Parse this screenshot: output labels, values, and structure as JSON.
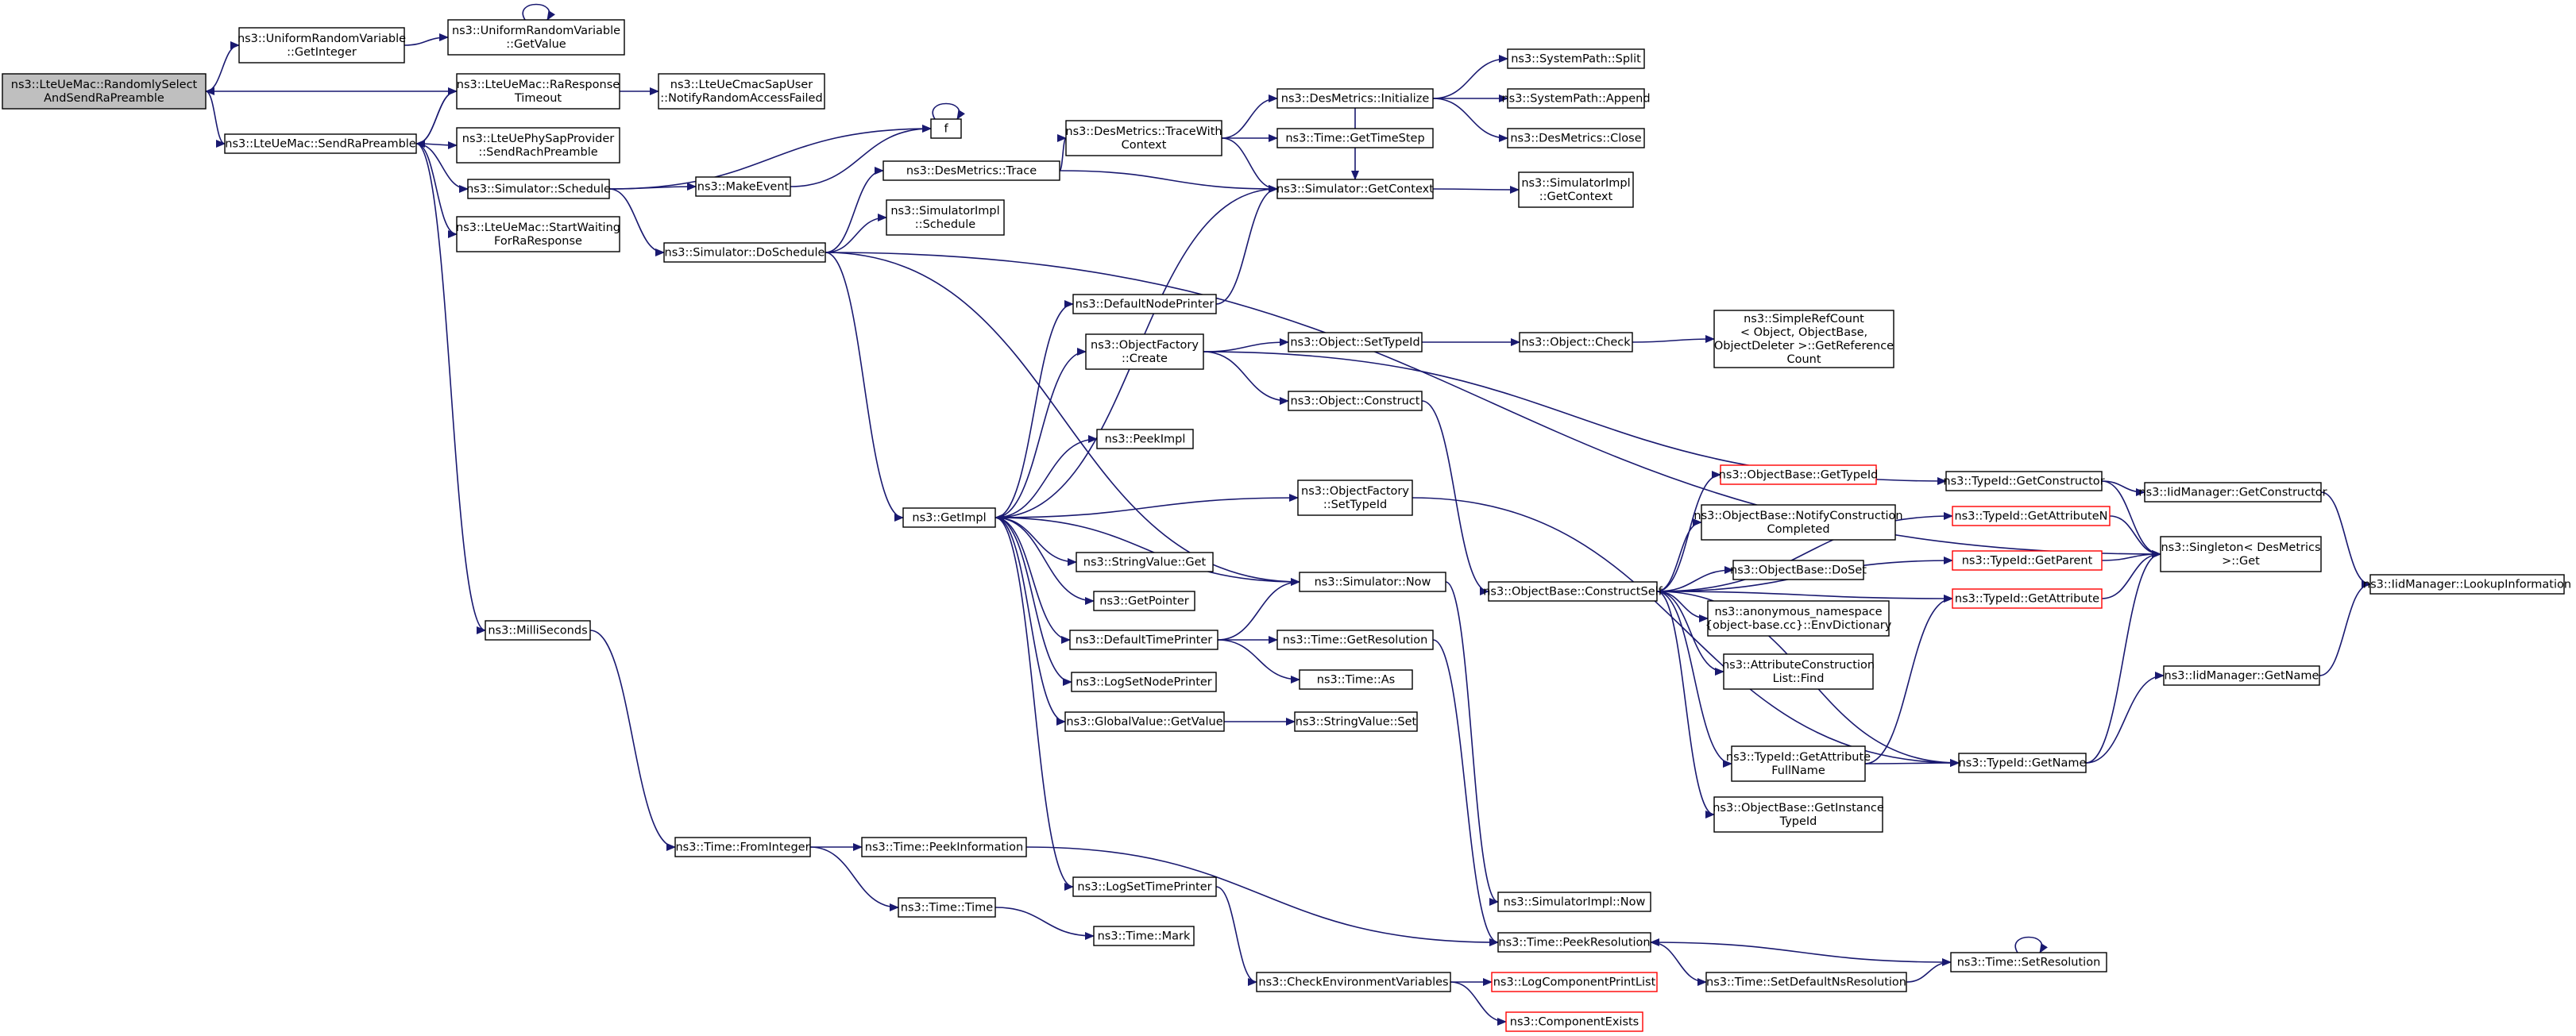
{
  "colors": {
    "edge": "#191970",
    "root_fill": "#bfbfbf",
    "node_border": "#000000",
    "external_border": "#ff0000"
  },
  "nodes": {
    "root": [
      "ns3::LteUeMac::RandomlySelect",
      "AndSendRaPreamble"
    ],
    "ure_getint": [
      "ns3::UniformRandomVariable",
      "::GetInteger"
    ],
    "ure_getval": [
      "ns3::UniformRandomVariable",
      "::GetValue"
    ],
    "ra_timeout": [
      "ns3::LteUeMac::RaResponse",
      "Timeout"
    ],
    "notify_ra": [
      "ns3::LteUeCmacSapUser",
      "::NotifyRandomAccessFailed"
    ],
    "send_ra": [
      "ns3::LteUeMac::SendRaPreamble"
    ],
    "send_rach": [
      "ns3::LteUePhySapProvider",
      "::SendRachPreamble"
    ],
    "f": [
      "f"
    ],
    "sim_schedule": [
      "ns3::Simulator::Schedule"
    ],
    "make_event": [
      "ns3::MakeEvent"
    ],
    "start_wait": [
      "ns3::LteUeMac::StartWaiting",
      "ForRaResponse"
    ],
    "des_trace": [
      "ns3::DesMetrics::Trace"
    ],
    "des_tracewith": [
      "ns3::DesMetrics::TraceWith",
      "Context"
    ],
    "des_init": [
      "ns3::DesMetrics::Initialize"
    ],
    "sp_split": [
      "ns3::SystemPath::Split"
    ],
    "sp_append": [
      "ns3::SystemPath::Append"
    ],
    "des_close": [
      "ns3::DesMetrics::Close"
    ],
    "time_step": [
      "ns3::Time::GetTimeStep"
    ],
    "sim_getctx": [
      "ns3::Simulator::GetContext"
    ],
    "simimpl_getctx": [
      "ns3::SimulatorImpl",
      "::GetContext"
    ],
    "simimpl_sched": [
      "ns3::SimulatorImpl",
      "::Schedule"
    ],
    "sim_dosched": [
      "ns3::Simulator::DoSchedule"
    ],
    "def_node_printer": [
      "ns3::DefaultNodePrinter"
    ],
    "of_create": [
      "ns3::ObjectFactory",
      "::Create"
    ],
    "obj_settypeid": [
      "ns3::Object::SetTypeId"
    ],
    "obj_check": [
      "ns3::Object::Check"
    ],
    "simple_ref": [
      "ns3::SimpleRefCount",
      "< Object, ObjectBase,",
      "ObjectDeleter >::GetReference",
      "Count"
    ],
    "obj_construct": [
      "ns3::Object::Construct"
    ],
    "peek_impl": [
      "ns3::PeekImpl"
    ],
    "of_settypeid": [
      "ns3::ObjectFactory",
      "::SetTypeId"
    ],
    "get_impl": [
      "ns3::GetImpl"
    ],
    "sv_get": [
      "ns3::StringValue::Get"
    ],
    "get_pointer": [
      "ns3::GetPointer"
    ],
    "sim_now": [
      "ns3::Simulator::Now"
    ],
    "def_time_printer": [
      "ns3::DefaultTimePrinter"
    ],
    "time_getres": [
      "ns3::Time::GetResolution"
    ],
    "time_as": [
      "ns3::Time::As"
    ],
    "log_setnode": [
      "ns3::LogSetNodePrinter"
    ],
    "gv_getval": [
      "ns3::GlobalValue::GetValue"
    ],
    "sv_set": [
      "ns3::StringValue::Set"
    ],
    "ob_gettypeid": [
      "ns3::ObjectBase::GetTypeId"
    ],
    "ob_notify": [
      "ns3::ObjectBase::NotifyConstruction",
      "Completed"
    ],
    "ob_doset": [
      "ns3::ObjectBase::DoSet"
    ],
    "ob_construct_self": [
      "ns3::ObjectBase::ConstructSelf"
    ],
    "anon_envdict": [
      "ns3::anonymous_namespace",
      "{object-base.cc}::EnvDictionary"
    ],
    "attr_constr_find": [
      "ns3::AttributeConstruction",
      "List::Find"
    ],
    "tid_getattrfull": [
      "ns3::TypeId::GetAttribute",
      "FullName"
    ],
    "ob_getinstance": [
      "ns3::ObjectBase::GetInstance",
      "TypeId"
    ],
    "tid_getctor": [
      "ns3::TypeId::GetConstructor"
    ],
    "tid_getattrn": [
      "ns3::TypeId::GetAttributeN"
    ],
    "tid_getparent": [
      "ns3::TypeId::GetParent"
    ],
    "tid_getattr": [
      "ns3::TypeId::GetAttribute"
    ],
    "iid_getctor": [
      "ns3::IidManager::GetConstructor"
    ],
    "singleton_get": [
      "ns3::Singleton< DesMetrics",
      ">::Get"
    ],
    "iid_lookup": [
      "ns3::IidManager::LookupInformation"
    ],
    "iid_getname": [
      "ns3::IidManager::GetName"
    ],
    "tid_getname": [
      "ns3::TypeId::GetName"
    ],
    "milli": [
      "ns3::MilliSeconds"
    ],
    "time_fromint": [
      "ns3::Time::FromInteger"
    ],
    "time_peekinfo": [
      "ns3::Time::PeekInformation"
    ],
    "time_time": [
      "ns3::Time::Time"
    ],
    "time_mark": [
      "ns3::Time::Mark"
    ],
    "log_settime": [
      "ns3::LogSetTimePrinter"
    ],
    "simimpl_now": [
      "ns3::SimulatorImpl::Now"
    ],
    "time_peekres": [
      "ns3::Time::PeekResolution"
    ],
    "check_env": [
      "ns3::CheckEnvironmentVariables"
    ],
    "log_comp_list": [
      "ns3::LogComponentPrintList"
    ],
    "comp_exists": [
      "ns3::ComponentExists"
    ],
    "time_setdefault": [
      "ns3::Time::SetDefaultNsResolution"
    ],
    "time_setres": [
      "ns3::Time::SetResolution"
    ]
  },
  "edges": [
    [
      "root",
      "ure_getint"
    ],
    [
      "ure_getint",
      "ure_getval"
    ],
    [
      "ure_getval",
      "ure_getval"
    ],
    [
      "ra_timeout",
      "root"
    ],
    [
      "ra_timeout",
      "notify_ra"
    ],
    [
      "ra_timeout",
      "send_ra"
    ],
    [
      "root",
      "send_ra"
    ],
    [
      "send_ra",
      "ra_timeout"
    ],
    [
      "send_ra",
      "send_rach"
    ],
    [
      "send_ra",
      "sim_schedule"
    ],
    [
      "send_ra",
      "start_wait"
    ],
    [
      "send_ra",
      "milli"
    ],
    [
      "sim_schedule",
      "f"
    ],
    [
      "sim_schedule",
      "make_event"
    ],
    [
      "sim_schedule",
      "sim_dosched"
    ],
    [
      "make_event",
      "f"
    ],
    [
      "f",
      "f"
    ],
    [
      "sim_dosched",
      "des_trace"
    ],
    [
      "sim_dosched",
      "simimpl_sched"
    ],
    [
      "sim_dosched",
      "get_impl"
    ],
    [
      "sim_dosched",
      "sim_now"
    ],
    [
      "sim_dosched",
      "singleton_get"
    ],
    [
      "des_trace",
      "des_tracewith"
    ],
    [
      "des_trace",
      "sim_getctx"
    ],
    [
      "des_tracewith",
      "des_init"
    ],
    [
      "des_tracewith",
      "time_step"
    ],
    [
      "des_tracewith",
      "sim_getctx"
    ],
    [
      "des_init",
      "sp_split"
    ],
    [
      "des_init",
      "sp_append"
    ],
    [
      "des_init",
      "des_close"
    ],
    [
      "des_init",
      "sim_getctx"
    ],
    [
      "sim_getctx",
      "simimpl_getctx"
    ],
    [
      "sim_getctx",
      "get_impl"
    ],
    [
      "def_node_printer",
      "sim_getctx"
    ],
    [
      "get_impl",
      "def_node_printer"
    ],
    [
      "get_impl",
      "of_create"
    ],
    [
      "get_impl",
      "peek_impl"
    ],
    [
      "get_impl",
      "of_settypeid"
    ],
    [
      "get_impl",
      "sv_get"
    ],
    [
      "get_impl",
      "get_pointer"
    ],
    [
      "get_impl",
      "def_time_printer"
    ],
    [
      "get_impl",
      "log_setnode"
    ],
    [
      "get_impl",
      "gv_getval"
    ],
    [
      "get_impl",
      "log_settime"
    ],
    [
      "of_create",
      "obj_settypeid"
    ],
    [
      "of_create",
      "obj_construct"
    ],
    [
      "of_create",
      "tid_getctor"
    ],
    [
      "obj_settypeid",
      "obj_check"
    ],
    [
      "obj_check",
      "simple_ref"
    ],
    [
      "obj_construct",
      "ob_construct_self"
    ],
    [
      "of_settypeid",
      "tid_getname"
    ],
    [
      "sim_now",
      "get_impl"
    ],
    [
      "sim_now",
      "simimpl_now"
    ],
    [
      "def_time_printer",
      "sim_now"
    ],
    [
      "def_time_printer",
      "time_getres"
    ],
    [
      "def_time_printer",
      "time_as"
    ],
    [
      "time_getres",
      "time_peekres"
    ],
    [
      "gv_getval",
      "sv_set"
    ],
    [
      "ob_construct_self",
      "ob_gettypeid"
    ],
    [
      "ob_construct_self",
      "ob_notify"
    ],
    [
      "ob_construct_self",
      "ob_doset"
    ],
    [
      "ob_construct_self",
      "anon_envdict"
    ],
    [
      "ob_construct_self",
      "attr_constr_find"
    ],
    [
      "ob_construct_self",
      "tid_getattrfull"
    ],
    [
      "ob_construct_self",
      "ob_getinstance"
    ],
    [
      "ob_construct_self",
      "tid_getattrn"
    ],
    [
      "ob_construct_self",
      "tid_getparent"
    ],
    [
      "ob_construct_self",
      "tid_getattr"
    ],
    [
      "ob_construct_self",
      "tid_getname"
    ],
    [
      "tid_getattrfull",
      "tid_getattr"
    ],
    [
      "tid_getattrfull",
      "tid_getname"
    ],
    [
      "tid_getctor",
      "iid_getctor"
    ],
    [
      "tid_getctor",
      "singleton_get"
    ],
    [
      "tid_getattrn",
      "singleton_get"
    ],
    [
      "tid_getparent",
      "singleton_get"
    ],
    [
      "tid_getattr",
      "singleton_get"
    ],
    [
      "iid_getctor",
      "iid_lookup"
    ],
    [
      "iid_getname",
      "iid_lookup"
    ],
    [
      "tid_getname",
      "singleton_get"
    ],
    [
      "tid_getname",
      "iid_getname"
    ],
    [
      "milli",
      "time_fromint"
    ],
    [
      "time_fromint",
      "time_peekinfo"
    ],
    [
      "time_fromint",
      "time_time"
    ],
    [
      "time_peekinfo",
      "time_peekres"
    ],
    [
      "time_time",
      "time_mark"
    ],
    [
      "log_settime",
      "check_env"
    ],
    [
      "check_env",
      "log_comp_list"
    ],
    [
      "check_env",
      "comp_exists"
    ],
    [
      "time_setdefault",
      "time_setres"
    ],
    [
      "time_setres",
      "time_setres"
    ],
    [
      "time_setres",
      "time_peekres"
    ],
    [
      "time_peekres",
      "time_setdefault"
    ]
  ]
}
